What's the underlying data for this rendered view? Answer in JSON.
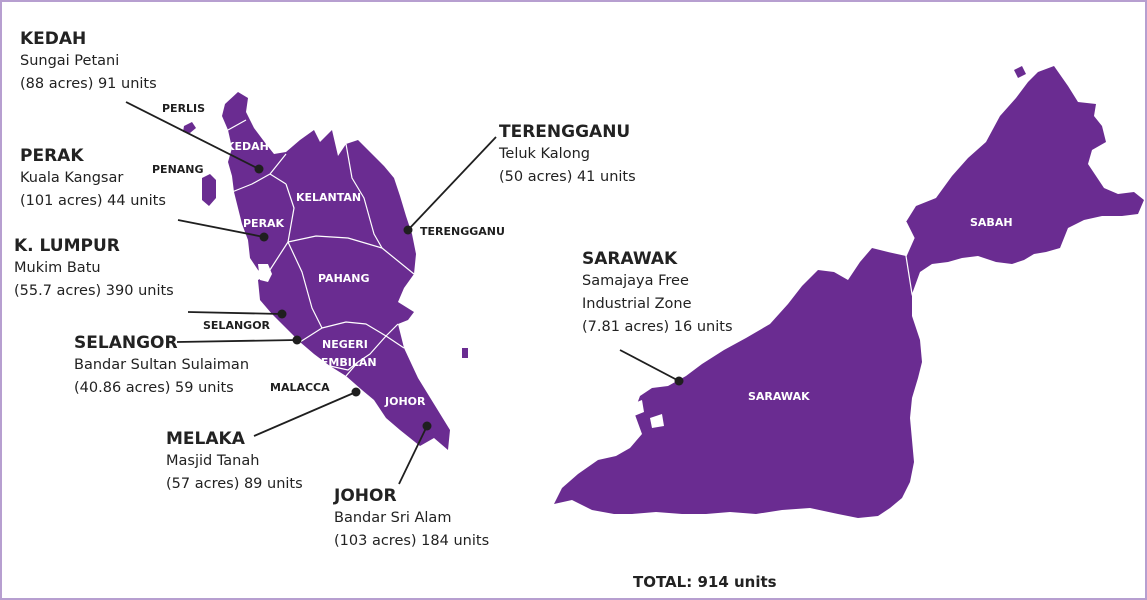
{
  "sites": [
    {
      "state": "KEDAH",
      "location": "Sungai Petani",
      "details": "(88 acres) 91 units"
    },
    {
      "state": "PERAK",
      "location": "Kuala Kangsar",
      "details": "(101 acres) 44 units"
    },
    {
      "state": "K. LUMPUR",
      "location": "Mukim Batu",
      "details": "(55.7 acres) 390 units"
    },
    {
      "state": "SELANGOR",
      "location": "Bandar Sultan Sulaiman",
      "details": "(40.86 acres) 59 units"
    },
    {
      "state": "MELAKA",
      "location": "Masjid Tanah",
      "details": "(57 acres) 89 units"
    },
    {
      "state": "JOHOR",
      "location": "Bandar Sri Alam",
      "details": "(103 acres) 184 units"
    },
    {
      "state": "TERENGGANU",
      "location": "Teluk Kalong",
      "details": "(50 acres) 41 units"
    },
    {
      "state": "SARAWAK",
      "location": "Samajaya Free\nIndustrial Zone",
      "details": "(7.81 acres) 16 units"
    }
  ],
  "map_labels": {
    "perlis": "PERLIS",
    "penang": "PENANG",
    "kedah": "KEDAH",
    "perak": "PERAK",
    "kelantan": "KELANTAN",
    "terengganu": "TERENGGANU",
    "pahang": "PAHANG",
    "selangor": "SELANGOR",
    "negeri_line1": "NEGERI",
    "negeri_line2": "SEMBILAN",
    "malacca": "MALACCA",
    "johor": "JOHOR",
    "sarawak": "SARAWAK",
    "sabah": "SABAH"
  },
  "total": "TOTAL: 914 units",
  "colors": {
    "land": "#6a2c91",
    "frame_border": "#b79fd0",
    "text": "#222222"
  }
}
